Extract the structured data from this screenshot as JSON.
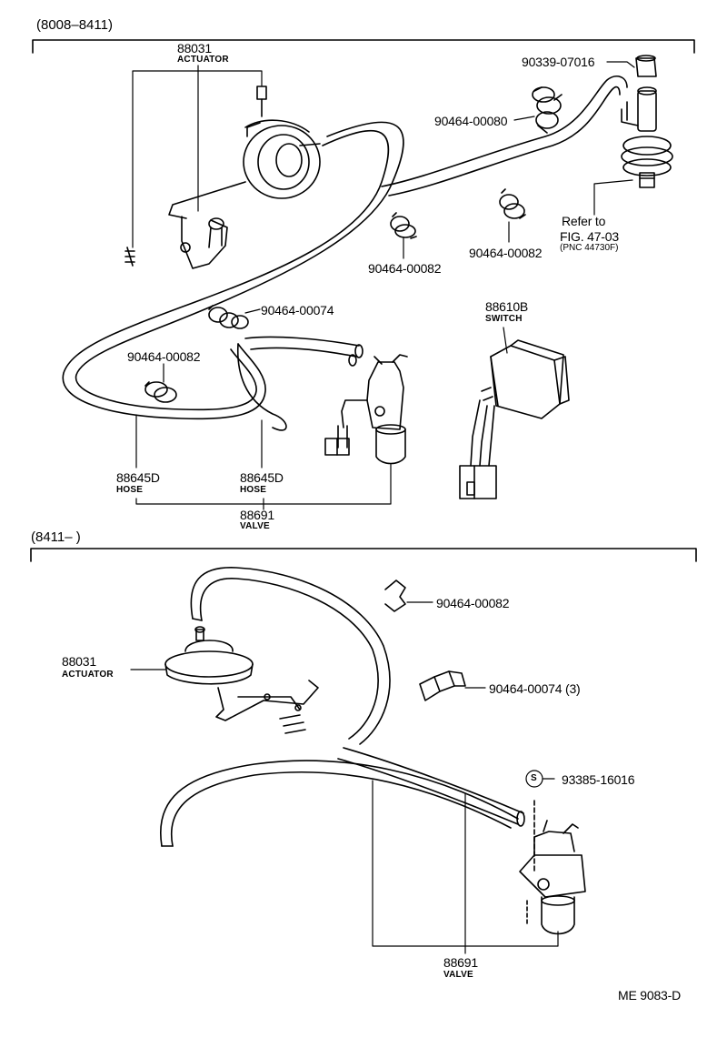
{
  "sections": {
    "top_range": "(8008–8411)",
    "bottom_range": "(8411–        )"
  },
  "top": {
    "actuator_num": "88031",
    "actuator_name": "ACTUATOR",
    "p_90339": "90339-07016",
    "p_00080": "90464-00080",
    "p_00082_a": "90464-00082",
    "p_00082_b": "90464-00082",
    "refer_1": "Refer to",
    "refer_2": "FIG. 47-03",
    "refer_3": "(PNC 44730F)",
    "p_00074": "90464-00074",
    "p_00082_c": "90464-00082",
    "switch_num": "88610B",
    "switch_name": "SWITCH",
    "hose1_num": "88645D",
    "hose1_name": "HOSE",
    "hose2_num": "88645D",
    "hose2_name": "HOSE",
    "valve_num": "88691",
    "valve_name": "VALVE"
  },
  "bottom": {
    "actuator_num": "88031",
    "actuator_name": "ACTUATOR",
    "p_00082": "90464-00082",
    "p_00074": "90464-00074  (3)",
    "s_symbol": "S",
    "p_93385": "93385-16016",
    "valve_num": "88691",
    "valve_name": "VALVE"
  },
  "footer": {
    "code": "ME  9083-D"
  }
}
